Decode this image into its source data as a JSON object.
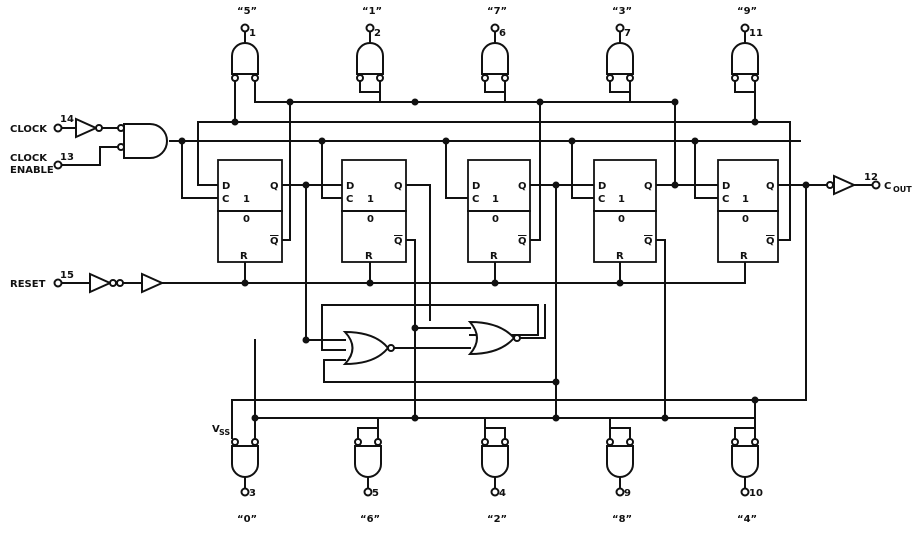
{
  "inputs": {
    "clock": {
      "label": "CLOCK",
      "pin": "14"
    },
    "clock_enable": {
      "label1": "CLOCK",
      "label2": "ENABLE",
      "pin": "13"
    },
    "reset": {
      "label": "RESET",
      "pin": "15"
    },
    "vss": {
      "label": "V",
      "sub": "SS"
    }
  },
  "cout": {
    "label": "C",
    "sub": "OUT",
    "pin": "12"
  },
  "flipflop_labels": {
    "d": "D",
    "q": "Q",
    "c": "C",
    "one": "1",
    "zero": "0",
    "qbar": "Q",
    "r": "R"
  },
  "top_outputs": [
    {
      "name": "“5”",
      "pin": "1"
    },
    {
      "name": "“1”",
      "pin": "2"
    },
    {
      "name": "“7”",
      "pin": "6"
    },
    {
      "name": "“3”",
      "pin": "7"
    },
    {
      "name": "“9”",
      "pin": "11"
    }
  ],
  "bottom_outputs": [
    {
      "name": "“0”",
      "pin": "3"
    },
    {
      "name": "“6”",
      "pin": "5"
    },
    {
      "name": "“2”",
      "pin": "4"
    },
    {
      "name": "“8”",
      "pin": "9"
    },
    {
      "name": "“4”",
      "pin": "10"
    }
  ]
}
